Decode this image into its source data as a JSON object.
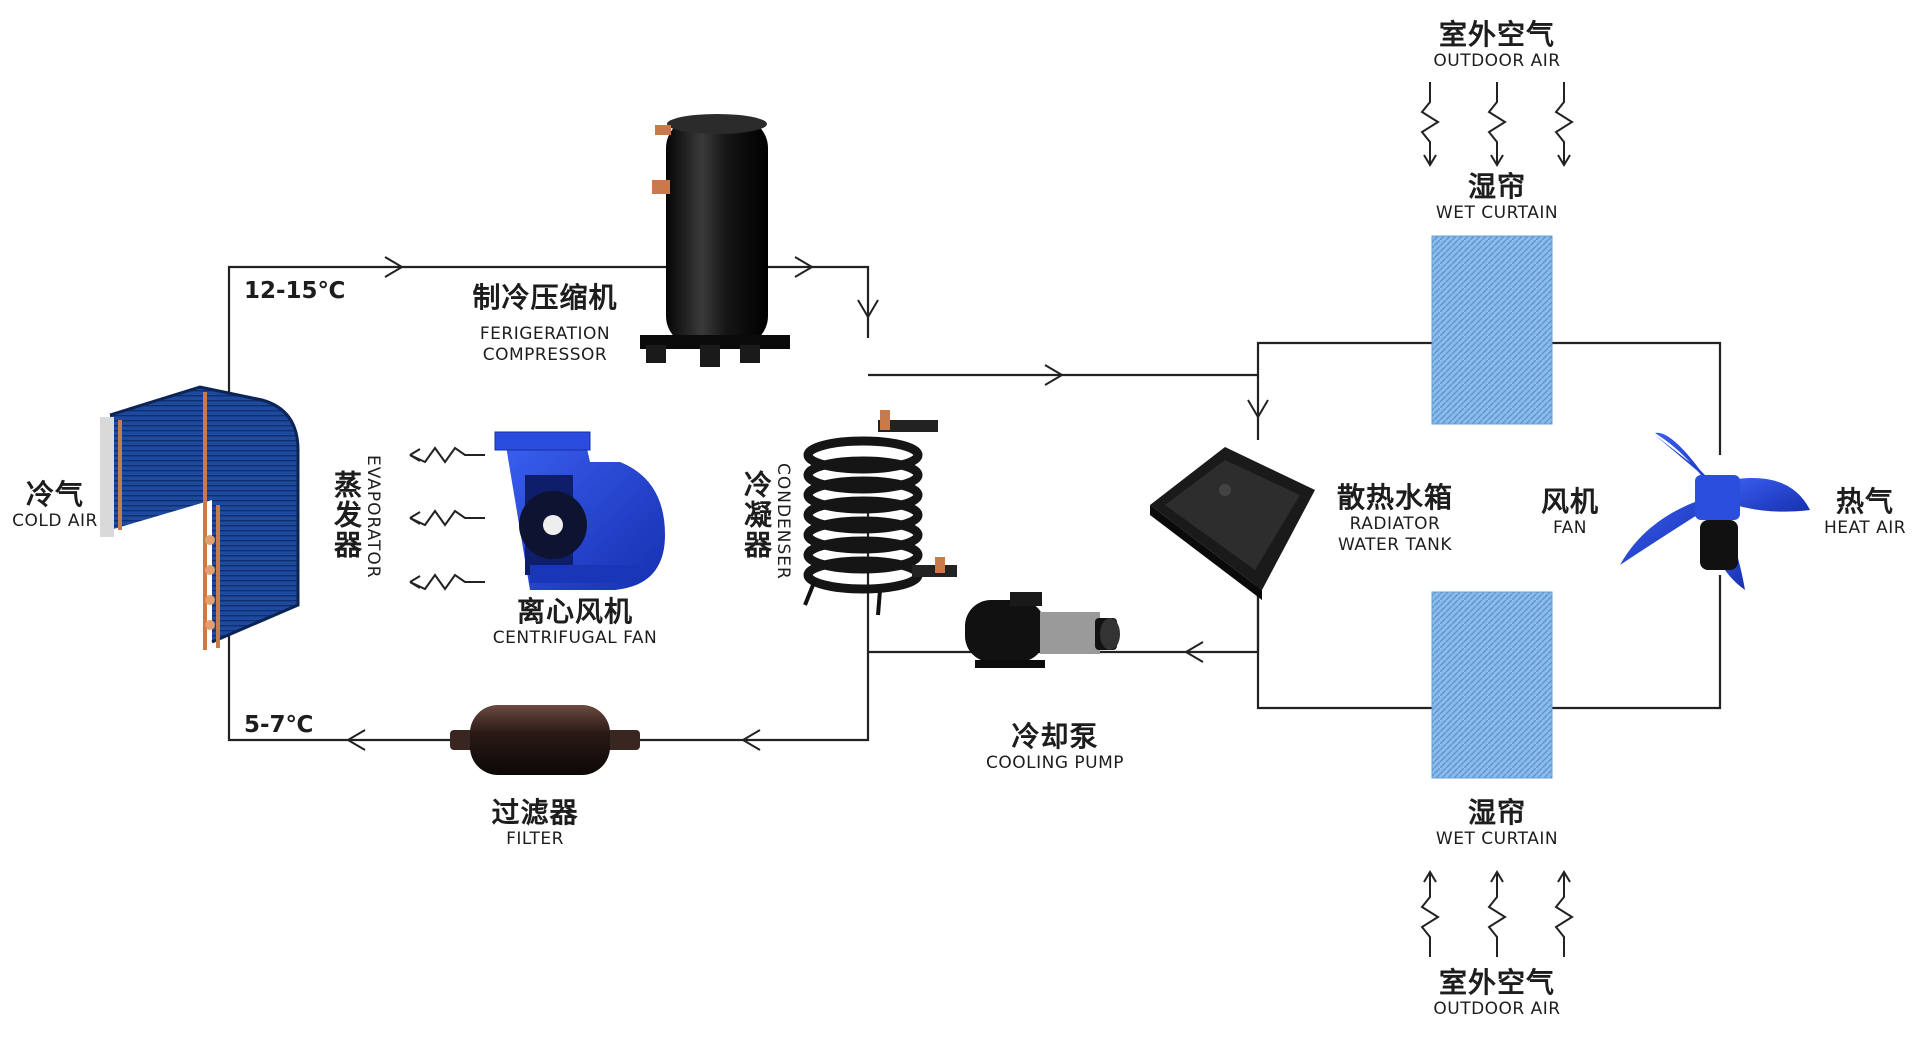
{
  "temperatures": {
    "hot_return": "12-15℃",
    "cold_supply": "5-7℃"
  },
  "components": {
    "compressor": {
      "zh": "制冷压缩机",
      "en1": "FERIGERATION",
      "en2": "COMPRESSOR"
    },
    "evaporator": {
      "zh": "蒸发器",
      "en": "EVAPORATOR"
    },
    "condenser": {
      "zh": "冷凝器",
      "en": "CONDENSER"
    },
    "centrifugal_fan": {
      "zh": "离心风机",
      "en": "CENTRIFUGAL FAN"
    },
    "filter": {
      "zh": "过滤器",
      "en": "FILTER"
    },
    "cooling_pump": {
      "zh": "冷却泵",
      "en": "COOLING PUMP"
    },
    "radiator_tank": {
      "zh": "散热水箱",
      "en1": "RADIATOR",
      "en2": "WATER TANK"
    },
    "fan": {
      "zh": "风机",
      "en": "FAN"
    },
    "wet_curtain_top": {
      "zh": "湿帘",
      "en": "WET CURTAIN"
    },
    "wet_curtain_bottom": {
      "zh": "湿帘",
      "en": "WET CURTAIN"
    }
  },
  "air": {
    "cold": {
      "zh": "冷气",
      "en": "COLD AIR"
    },
    "heat": {
      "zh": "热气",
      "en": "HEAT AIR"
    },
    "outdoor_top": {
      "zh": "室外空气",
      "en": "OUTDOOR AIR"
    },
    "outdoor_bottom": {
      "zh": "室外空气",
      "en": "OUTDOOR AIR"
    }
  },
  "colors": {
    "pipe": "#222222",
    "coil_blue": "#1f4fa8",
    "fan_blue": "#2346d8",
    "curtain_blue": "#7fb3e6",
    "copper": "#c87a4a",
    "device_black": "#121212"
  },
  "icons": [
    "wavy-air-arrow-icon",
    "flow-arrow-icon"
  ]
}
